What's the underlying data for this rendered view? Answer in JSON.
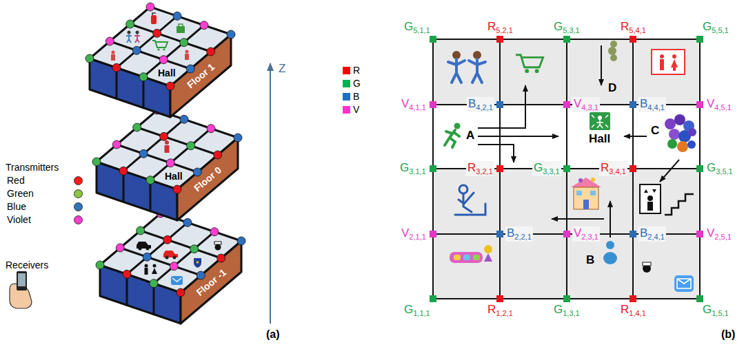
{
  "diagram": {
    "nodes": [
      {
        "text": [
          "Floor 1"
        ]
      },
      {
        "text": [
          "Hall"
        ],
        "in": 0
      },
      {
        "text": [
          "Floor 0"
        ]
      },
      {
        "text": [
          "Hall"
        ],
        "in": 2
      },
      {
        "text": [
          "Floor -1"
        ]
      },
      {
        "text": [
          "Hall"
        ]
      }
    ],
    "labels": [
      "Z",
      "Transmitters",
      "Receivers",
      "G",
      "5,1,1",
      "R",
      "5,2,1",
      "G",
      "5,3,1",
      "R",
      "5,4,1",
      "G",
      "5,5,1",
      "V",
      "4,1,1",
      "B",
      "4,2,1",
      "V",
      "4,3,1",
      "B",
      "4,4,1",
      "V",
      "4,5,1",
      "G",
      "3,1,1",
      "R",
      "3,2,1",
      "G",
      "3,3,1",
      "R",
      "3,4,1",
      "G",
      "3,5,1",
      "V",
      "2,1,1",
      "B",
      "2,2,1",
      "V",
      "2,3,1",
      "B",
      "2,4,1",
      "V",
      "2,5,1",
      "G",
      "1,1,1",
      "R",
      "1,2,1",
      "G",
      "1,3,1",
      "R",
      "1,4,1",
      "G",
      "1,5,1",
      "A",
      "B",
      "C",
      "D",
      "(a)",
      "(b)"
    ],
    "legend": [
      {
        "text": "Red",
        "color": "#ff1a1a"
      },
      {
        "text": "Green",
        "color": "#8cc63f"
      },
      {
        "text": "Blue",
        "color": "#2e75b6"
      },
      {
        "text": "Violet",
        "color": "#ff3fd0"
      },
      {
        "text": "R",
        "color": "#ff0000"
      },
      {
        "text": "G",
        "color": "#00b050"
      },
      {
        "text": "B",
        "color": "#1f6fc5"
      },
      {
        "text": "V",
        "color": "#ff33cc"
      }
    ]
  }
}
